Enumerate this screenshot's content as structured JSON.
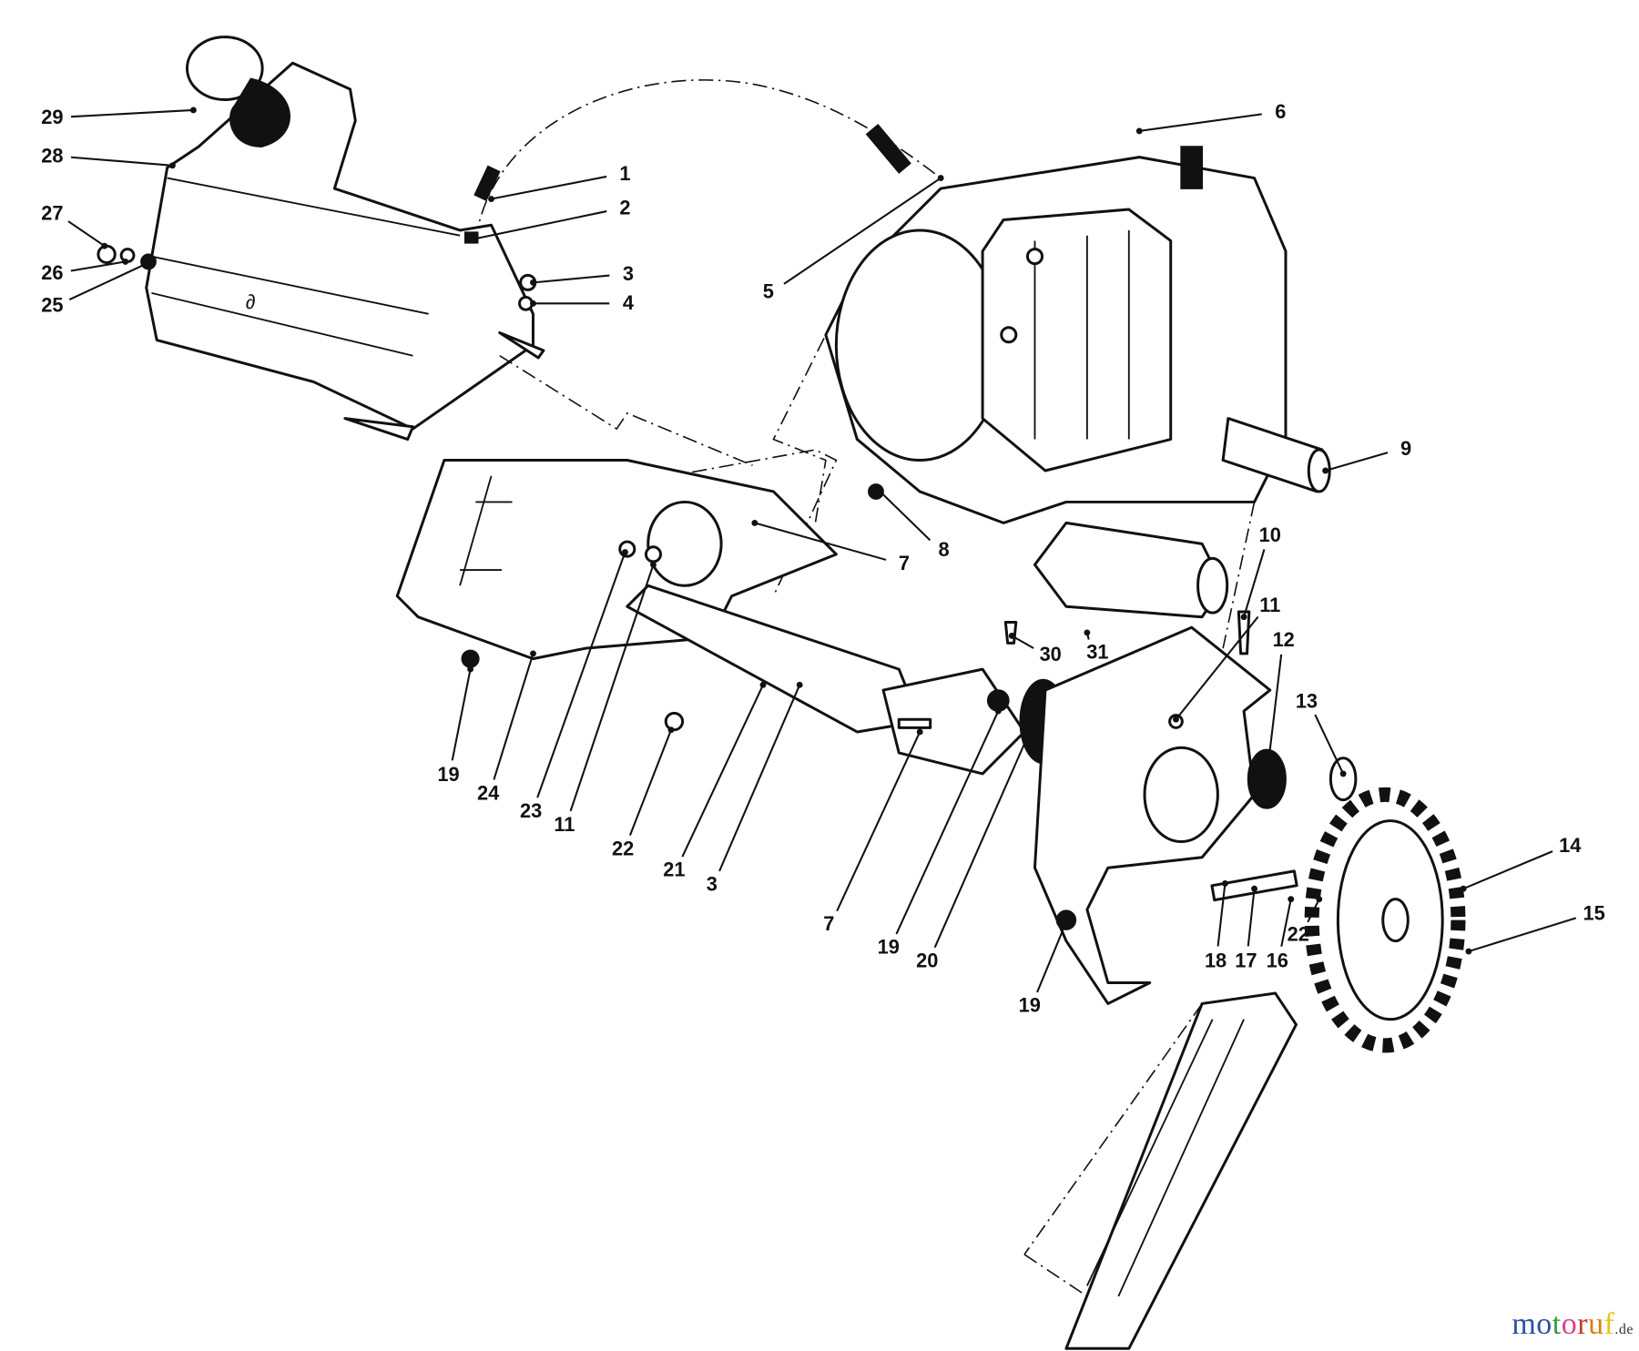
{
  "diagram": {
    "callouts": [
      "29",
      "28",
      "27",
      "26",
      "25",
      "1",
      "2",
      "3",
      "4",
      "5",
      "6",
      "9",
      "7",
      "8",
      "10",
      "30",
      "31",
      "11",
      "12",
      "13",
      "14",
      "15",
      "16",
      "22",
      "17",
      "18",
      "19",
      "20",
      "19",
      "7",
      "3",
      "21",
      "22",
      "11",
      "23",
      "24",
      "19"
    ]
  },
  "watermark": {
    "text": "motoruf",
    "suffix": ".de",
    "letter_colors": [
      "#2f4fa0",
      "#2f4fa0",
      "#3a9a3a",
      "#d63f8f",
      "#c23c2a",
      "#e07b17",
      "#e8c21a"
    ]
  }
}
